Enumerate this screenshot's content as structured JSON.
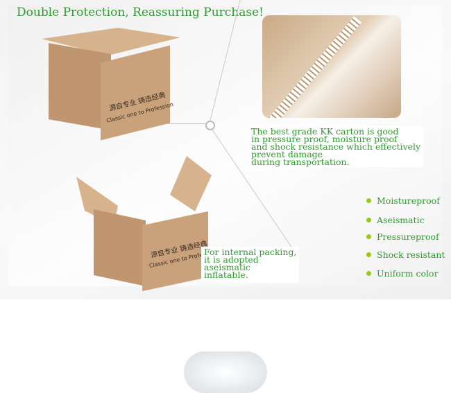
{
  "title": "Double Protection, Reassuring Purchase!",
  "box_label": {
    "chinese": "源自专业 铸造经典",
    "english": "Classic one to Profession"
  },
  "carton_description": [
    "The best grade KK carton is good",
    "in pressure proof, moisture proof",
    "and shock resistance which effectively",
    "prevent damage",
    "during transportation."
  ],
  "packing_description": [
    "For internal packing,",
    "it is adopted",
    "aseismatic",
    "inflatable."
  ],
  "features": [
    "Moistureproof",
    "Aseismatic",
    "Pressureproof",
    "Shock resistant",
    "Uniform color"
  ],
  "colors": {
    "text_green": "#2e9b2e",
    "bullet": "#9ac81a"
  }
}
